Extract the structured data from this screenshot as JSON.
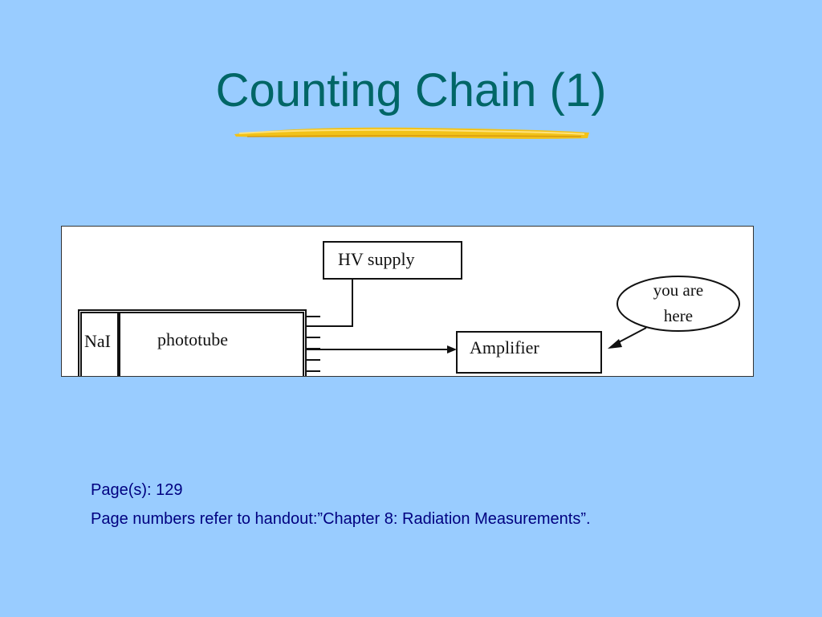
{
  "slide": {
    "title": "Counting Chain (1)",
    "accent_color": "#006666",
    "underline_color": "#f2c218",
    "background_color": "#99ccff"
  },
  "diagram": {
    "hv_label": "HV supply",
    "nai_label": "NaI",
    "phototube_label": "phototube",
    "amplifier_label": "Amplifier",
    "callout_line1": "you are",
    "callout_line2": "here"
  },
  "notes": {
    "pages": "Page(s): 129",
    "reference": "Page numbers refer to handout:”Chapter 8: Radiation Measurements”."
  }
}
